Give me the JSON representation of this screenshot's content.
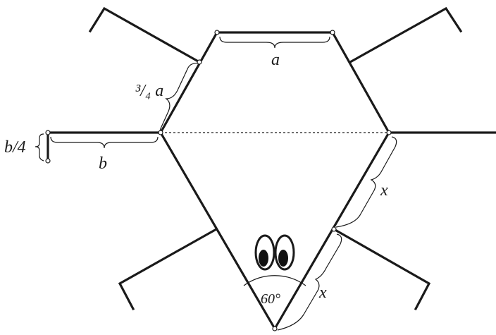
{
  "labels": {
    "top_edge": "a",
    "upper_left_edge": "³/₄ a",
    "left_arm": "b",
    "left_stub": "b/4",
    "right_upper_segment": "x",
    "right_lower_segment": "x",
    "bottom_angle": "60°"
  }
}
